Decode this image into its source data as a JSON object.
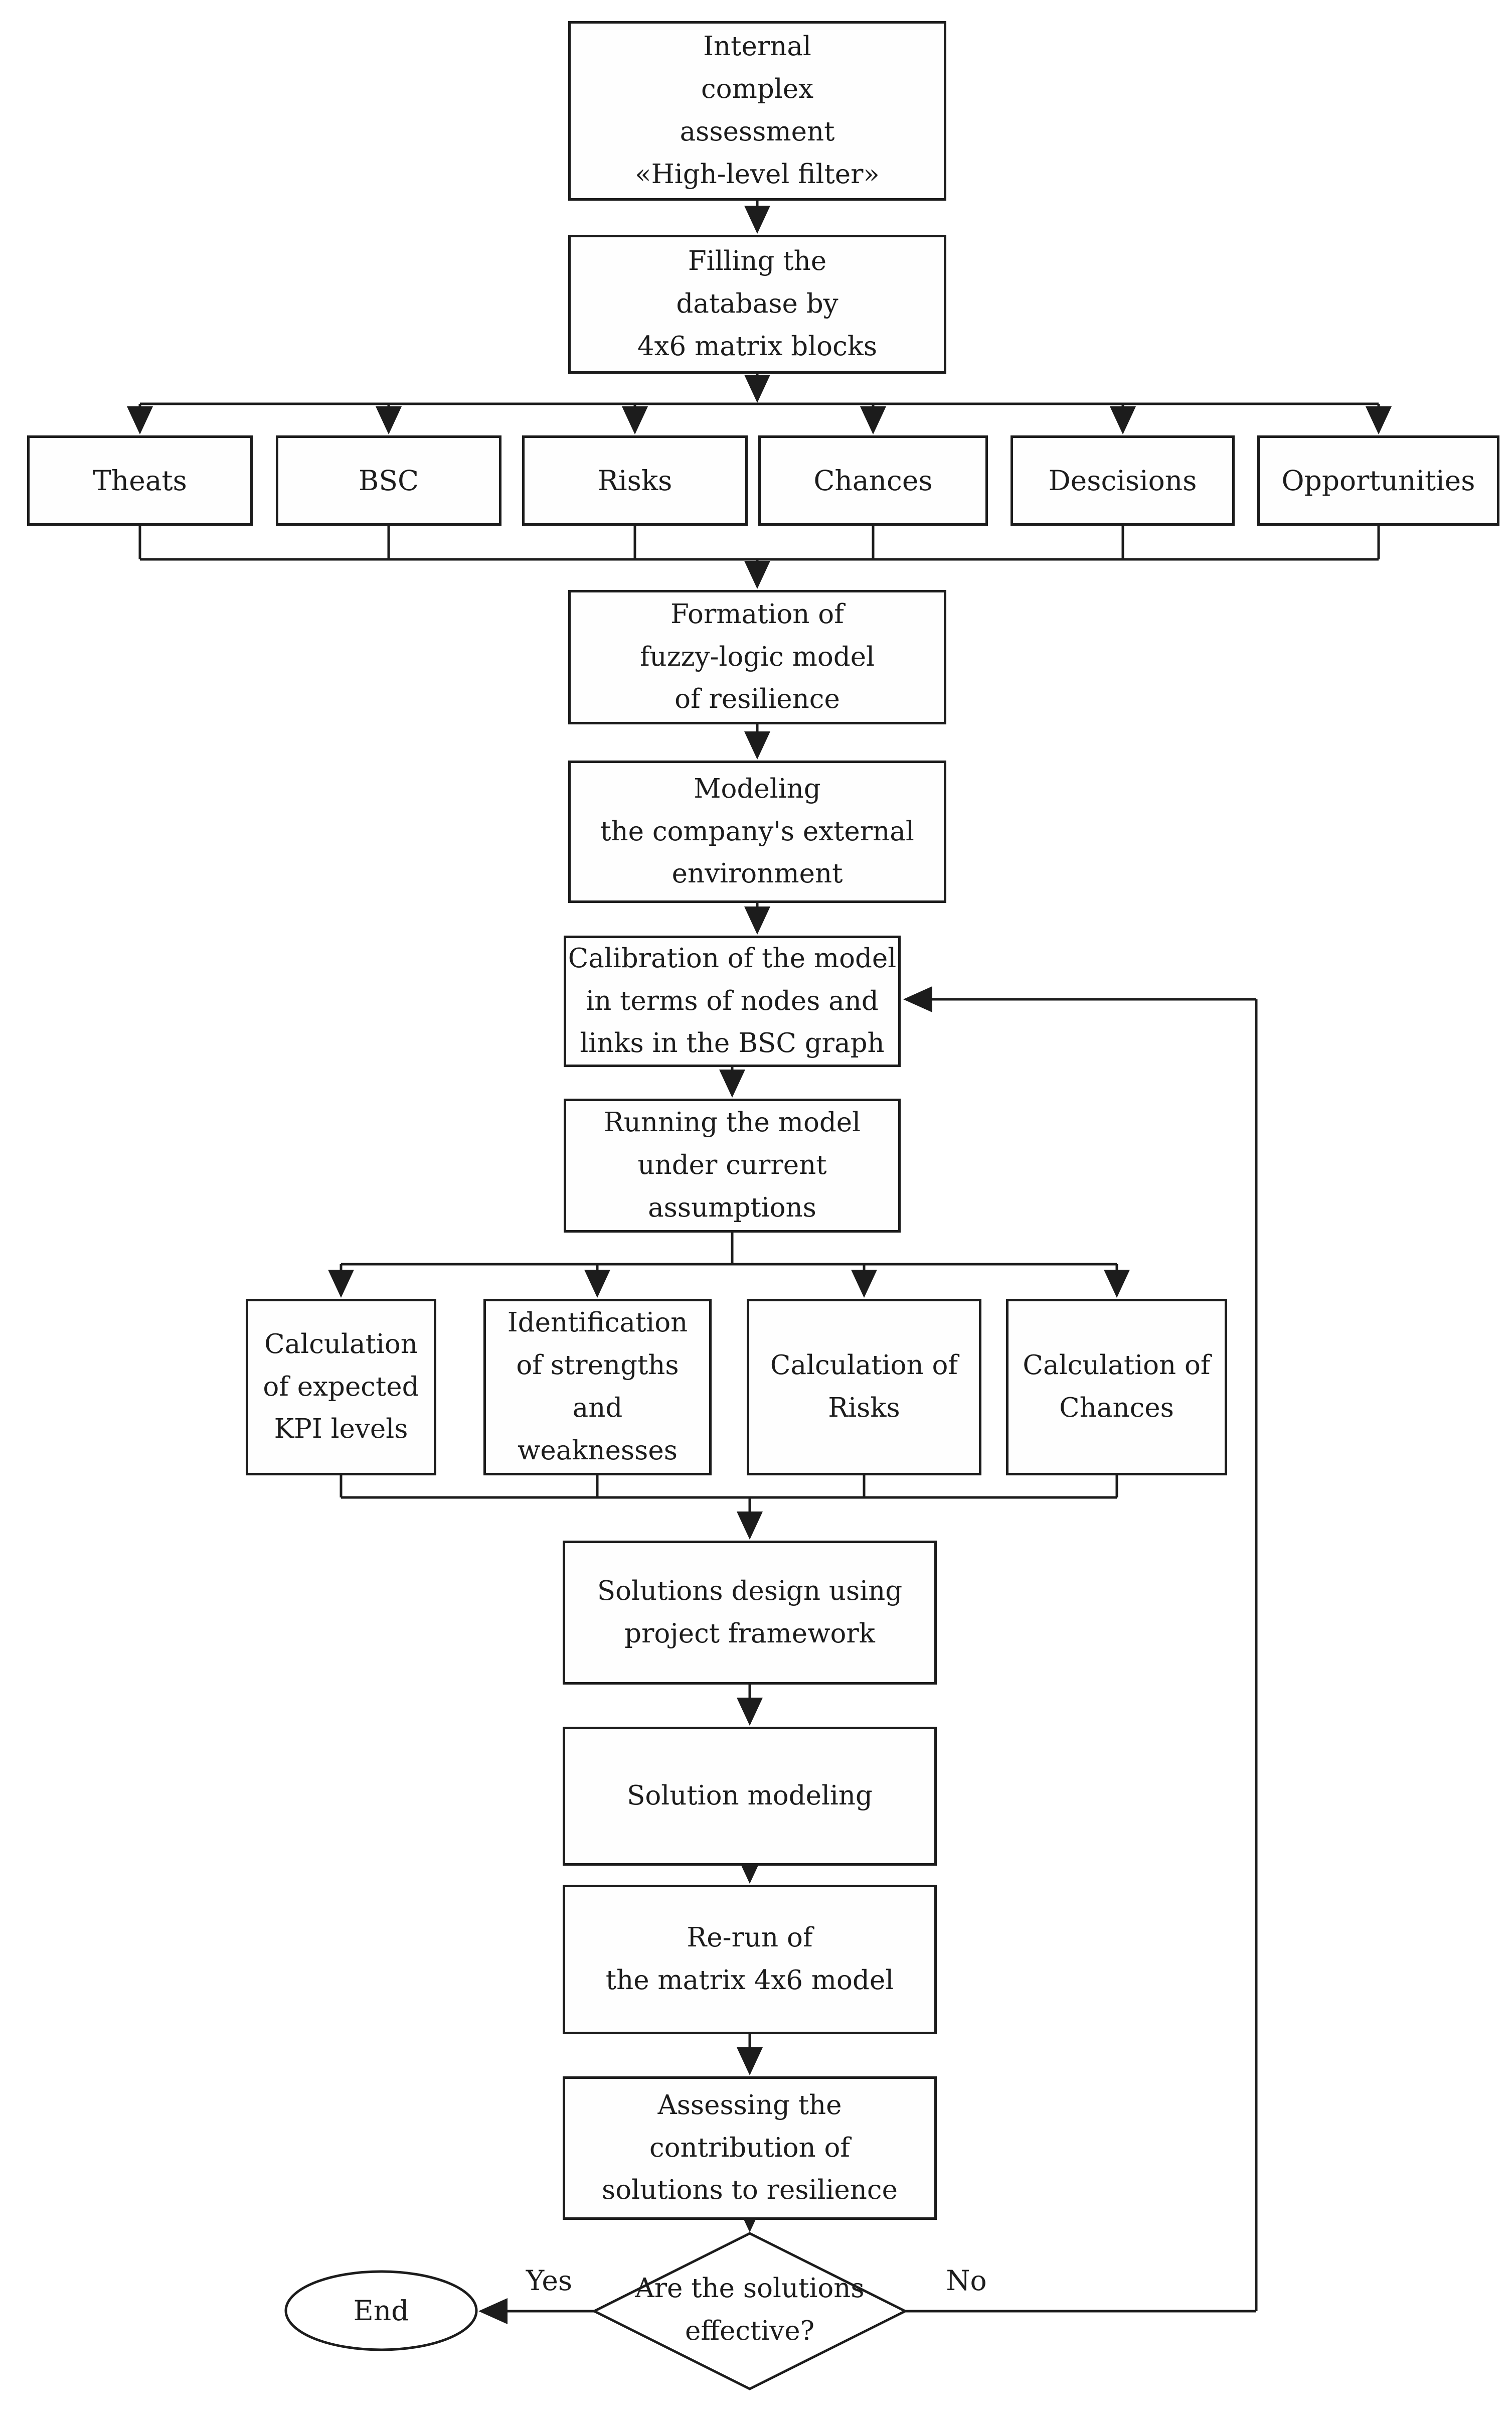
{
  "diagram": {
    "type": "flowchart",
    "background_color": "#ffffff",
    "line_color": "#1c1c1c",
    "box_fill_color": "#fefefe",
    "nodes": {
      "internal": {
        "shape": "rect",
        "label": "Internal\ncomplex\nassessment\n«High-level filter»"
      },
      "filling": {
        "shape": "rect",
        "label": "Filling the\ndatabase by\n4x6 matrix blocks"
      },
      "theats": {
        "shape": "rect",
        "label": "Theats"
      },
      "bsc": {
        "shape": "rect",
        "label": "BSC"
      },
      "risks": {
        "shape": "rect",
        "label": "Risks"
      },
      "chances": {
        "shape": "rect",
        "label": "Chances"
      },
      "descisions": {
        "shape": "rect",
        "label": "Descisions"
      },
      "opportunities": {
        "shape": "rect",
        "label": "Opportunities"
      },
      "formation": {
        "shape": "rect",
        "label": "Formation of\nfuzzy-logic model\nof resilience"
      },
      "modeling_env": {
        "shape": "rect",
        "label": "Modeling\nthe company's external\nenvironment"
      },
      "calibration": {
        "shape": "rect",
        "label": "Calibration of the model\nin terms of nodes and\nlinks in the BSC graph"
      },
      "running": {
        "shape": "rect",
        "label": "Running the model\nunder current\nassumptions"
      },
      "calc_kpi": {
        "shape": "rect",
        "label": "Calculation\nof expected\nKPI levels"
      },
      "identification": {
        "shape": "rect",
        "label": "Identification\nof strengths\nand\nweaknesses"
      },
      "calc_risks": {
        "shape": "rect",
        "label": "Calculation of\nRisks"
      },
      "calc_chances": {
        "shape": "rect",
        "label": "Calculation of\nChances"
      },
      "solutions_design": {
        "shape": "rect",
        "label": "Solutions design using\nproject framework"
      },
      "solution_modeling": {
        "shape": "rect",
        "label": "Solution modeling"
      },
      "rerun": {
        "shape": "rect",
        "label": "Re-run of\nthe matrix 4x6 model"
      },
      "assessing": {
        "shape": "rect",
        "label": "Assessing the\ncontribution of\nsolutions to resilience"
      },
      "decision": {
        "shape": "diamond",
        "label": "Are the solutions\neffective?"
      },
      "end": {
        "shape": "terminator",
        "label": "End"
      }
    },
    "edge_labels": {
      "yes": "Yes",
      "no": "No"
    },
    "edges": [
      {
        "from": "internal",
        "to": "filling"
      },
      {
        "from": "filling",
        "to": "theats"
      },
      {
        "from": "filling",
        "to": "bsc"
      },
      {
        "from": "filling",
        "to": "risks"
      },
      {
        "from": "filling",
        "to": "chances"
      },
      {
        "from": "filling",
        "to": "descisions"
      },
      {
        "from": "filling",
        "to": "opportunities"
      },
      {
        "from": "theats",
        "to": "formation"
      },
      {
        "from": "bsc",
        "to": "formation"
      },
      {
        "from": "risks",
        "to": "formation"
      },
      {
        "from": "chances",
        "to": "formation"
      },
      {
        "from": "descisions",
        "to": "formation"
      },
      {
        "from": "opportunities",
        "to": "formation"
      },
      {
        "from": "formation",
        "to": "modeling_env"
      },
      {
        "from": "modeling_env",
        "to": "calibration"
      },
      {
        "from": "calibration",
        "to": "running"
      },
      {
        "from": "running",
        "to": "calc_kpi"
      },
      {
        "from": "running",
        "to": "identification"
      },
      {
        "from": "running",
        "to": "calc_risks"
      },
      {
        "from": "running",
        "to": "calc_chances"
      },
      {
        "from": "calc_kpi",
        "to": "solutions_design"
      },
      {
        "from": "identification",
        "to": "solutions_design"
      },
      {
        "from": "calc_risks",
        "to": "solutions_design"
      },
      {
        "from": "calc_chances",
        "to": "solutions_design"
      },
      {
        "from": "solutions_design",
        "to": "solution_modeling"
      },
      {
        "from": "solution_modeling",
        "to": "rerun"
      },
      {
        "from": "rerun",
        "to": "assessing"
      },
      {
        "from": "assessing",
        "to": "decision"
      },
      {
        "from": "decision",
        "to": "end",
        "label": "Yes"
      },
      {
        "from": "decision",
        "to": "calibration",
        "label": "No"
      }
    ]
  }
}
